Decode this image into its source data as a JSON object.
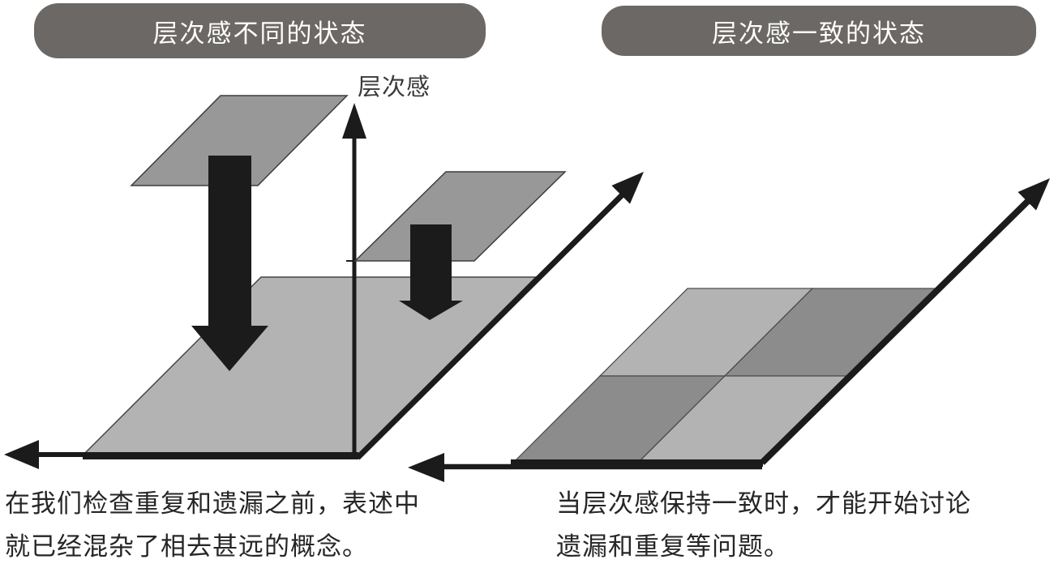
{
  "left_panel": {
    "header": "层次感不同的状态",
    "axis_label": "层次感",
    "caption_line1": "在我们检查重复和遗漏之前，表述中",
    "caption_line2": "就已经混杂了相去甚远的概念。"
  },
  "right_panel": {
    "header": "层次感一致的状态",
    "caption_line1": "当层次感保持一致时，才能开始讨论",
    "caption_line2": "遗漏和重复等问题。"
  },
  "icons": {
    "up_axis_arrow": "vertical-axis-arrow",
    "left_axis_arrow": "horizontal-axis-arrow",
    "depth_axis_arrow": "diagonal-depth-axis-arrow",
    "down_arrow_large": "large-down-arrow",
    "down_arrow_small": "small-down-arrow"
  },
  "colors": {
    "background": "#ffffff",
    "pill_background": "#6b6866",
    "pill_text": "#ffffff",
    "plane_light_gray": "#b3b3b3",
    "plane_dark_gray": "#989898",
    "cell_dark_gray": "#8c8c8c",
    "arrow_black": "#1b1b1b",
    "caption_text": "#262626",
    "axis_label_text": "#3a3a3a"
  }
}
